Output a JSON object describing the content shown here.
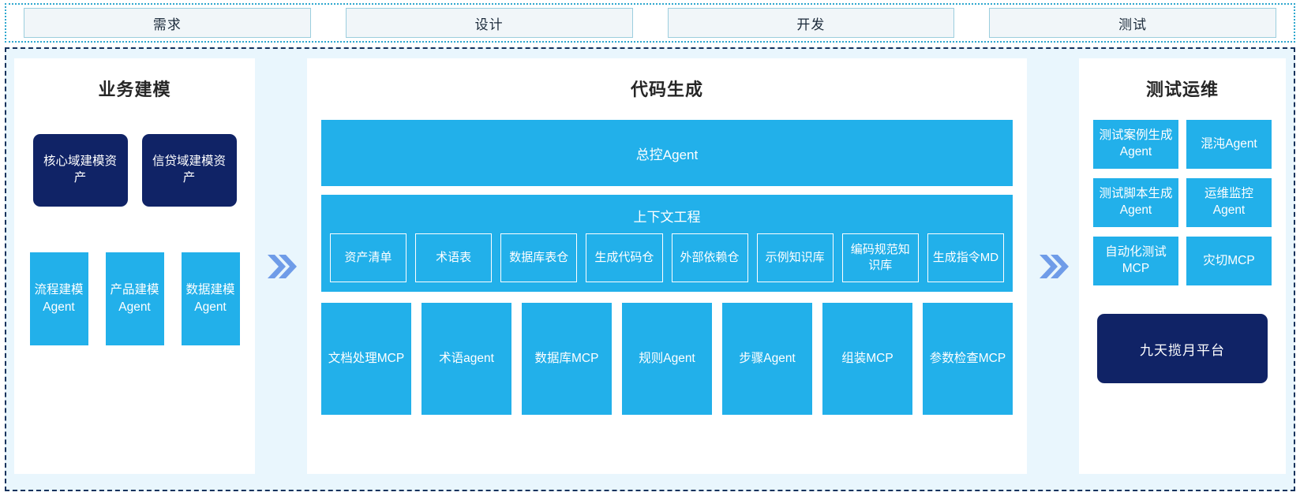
{
  "phases": [
    {
      "label": "需求"
    },
    {
      "label": "设计"
    },
    {
      "label": "开发"
    },
    {
      "label": "测试"
    }
  ],
  "colors": {
    "accent_blue": "#22b0ea",
    "navy": "#102366",
    "panel_bg": "#e9f6fd",
    "arrow": "#6f9ce8",
    "phase_border": "#9ccede",
    "container_border": "#16325c"
  },
  "left_panel": {
    "title": "业务建模",
    "assets": [
      {
        "label": "核心域建模资产"
      },
      {
        "label": "信贷域建模资产"
      }
    ],
    "agents": [
      {
        "label": "流程建模Agent"
      },
      {
        "label": "产品建模Agent"
      },
      {
        "label": "数据建模Agent"
      }
    ]
  },
  "center_panel": {
    "title": "代码生成",
    "controller": {
      "label": "总控Agent"
    },
    "context": {
      "title": "上下文工程",
      "items": [
        {
          "label": "资产清单"
        },
        {
          "label": "术语表"
        },
        {
          "label": "数据库表仓"
        },
        {
          "label": "生成代码仓"
        },
        {
          "label": "外部依赖仓"
        },
        {
          "label": "示例知识库"
        },
        {
          "label": "编码规范知识库"
        },
        {
          "label": "生成指令MD"
        }
      ]
    },
    "tools": [
      {
        "label": "文档处理MCP"
      },
      {
        "label": "术语agent"
      },
      {
        "label": "数据库MCP"
      },
      {
        "label": "规则Agent"
      },
      {
        "label": "步骤Agent"
      },
      {
        "label": "组装MCP"
      },
      {
        "label": "参数检查MCP"
      }
    ]
  },
  "right_panel": {
    "title": "测试运维",
    "cards": [
      {
        "label": "测试案例生成Agent"
      },
      {
        "label": "混沌Agent"
      },
      {
        "label": "测试脚本生成Agent"
      },
      {
        "label": "运维监控Agent"
      },
      {
        "label": "自动化测试MCP"
      },
      {
        "label": "灾切MCP"
      }
    ],
    "platform": {
      "label": "九天揽月平台"
    }
  },
  "arrows": [
    {
      "name": "arrow-left-to-center"
    },
    {
      "name": "arrow-center-to-right"
    }
  ]
}
